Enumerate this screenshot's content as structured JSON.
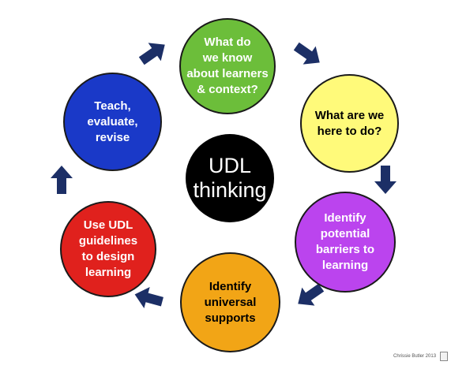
{
  "title": "UDL thinking",
  "colors": {
    "arrow": "#1c2f66",
    "center": "#000000",
    "outline": "#1a1a1a"
  },
  "nodes": [
    {
      "id": "know",
      "label": "What do\nwe know\nabout learners\n& context?",
      "fill": "#6cbe3a",
      "text_color": "#ffffff"
    },
    {
      "id": "purpose",
      "label": "What are we\nhere to do?",
      "fill": "#fffa7a",
      "text_color": "#000000"
    },
    {
      "id": "barriers",
      "label": "Identify\npotential\nbarriers to\nlearning",
      "fill": "#bb44ee",
      "text_color": "#ffffff"
    },
    {
      "id": "supports",
      "label": "Identify\nuniversal\nsupports",
      "fill": "#f2a516",
      "text_color": "#000000"
    },
    {
      "id": "design",
      "label": "Use UDL\nguidelines\nto design\nlearning",
      "fill": "#e0211d",
      "text_color": "#ffffff"
    },
    {
      "id": "teach",
      "label": "Teach,\nevaluate,\nrevise",
      "fill": "#1a39c8",
      "text_color": "#ffffff"
    }
  ],
  "flow": [
    [
      "know",
      "purpose"
    ],
    [
      "purpose",
      "barriers"
    ],
    [
      "barriers",
      "supports"
    ],
    [
      "supports",
      "design"
    ],
    [
      "design",
      "teach"
    ],
    [
      "teach",
      "know"
    ]
  ],
  "credit": "Chrissie Butler 2013"
}
